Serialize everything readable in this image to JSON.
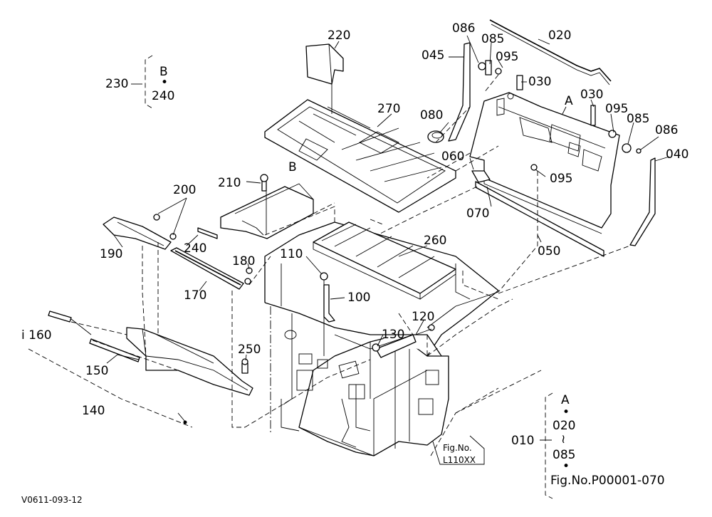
{
  "footer_code": "V0611-093-12",
  "group_b": {
    "outer": "230",
    "letter": "B",
    "dot": "•",
    "inner": "240"
  },
  "group_a": {
    "outer": "010",
    "letter": "A",
    "dot1": "•",
    "first": "020",
    "tilde": "≀",
    "last": "085",
    "dot2": "•",
    "fig": "Fig.No.P00001-070"
  },
  "callout_box": {
    "line1": "Fig.No.",
    "line2": "L110XX"
  },
  "labels": [
    {
      "id": "220",
      "text": "220"
    },
    {
      "id": "270",
      "text": "270"
    },
    {
      "id": "086a",
      "text": "086"
    },
    {
      "id": "085a",
      "text": "085"
    },
    {
      "id": "020",
      "text": "020"
    },
    {
      "id": "045",
      "text": "045"
    },
    {
      "id": "095a",
      "text": "095"
    },
    {
      "id": "030a",
      "text": "030"
    },
    {
      "id": "a",
      "text": "A"
    },
    {
      "id": "030b",
      "text": "030"
    },
    {
      "id": "095b",
      "text": "095"
    },
    {
      "id": "085b",
      "text": "085"
    },
    {
      "id": "086b",
      "text": "086"
    },
    {
      "id": "040",
      "text": "040"
    },
    {
      "id": "080",
      "text": "080"
    },
    {
      "id": "060",
      "text": "060"
    },
    {
      "id": "095c",
      "text": "095"
    },
    {
      "id": "070",
      "text": "070"
    },
    {
      "id": "050",
      "text": "050"
    },
    {
      "id": "210",
      "text": "210"
    },
    {
      "id": "b",
      "text": "B"
    },
    {
      "id": "200",
      "text": "200"
    },
    {
      "id": "190",
      "text": "190"
    },
    {
      "id": "240",
      "text": "240"
    },
    {
      "id": "180",
      "text": "180"
    },
    {
      "id": "110",
      "text": "110"
    },
    {
      "id": "260",
      "text": "260"
    },
    {
      "id": "170",
      "text": "170"
    },
    {
      "id": "100",
      "text": "100"
    },
    {
      "id": "120",
      "text": "120"
    },
    {
      "id": "160",
      "text": "i 160"
    },
    {
      "id": "130",
      "text": "130"
    },
    {
      "id": "250",
      "text": "250"
    },
    {
      "id": "150",
      "text": "150"
    },
    {
      "id": "140",
      "text": "140"
    }
  ]
}
